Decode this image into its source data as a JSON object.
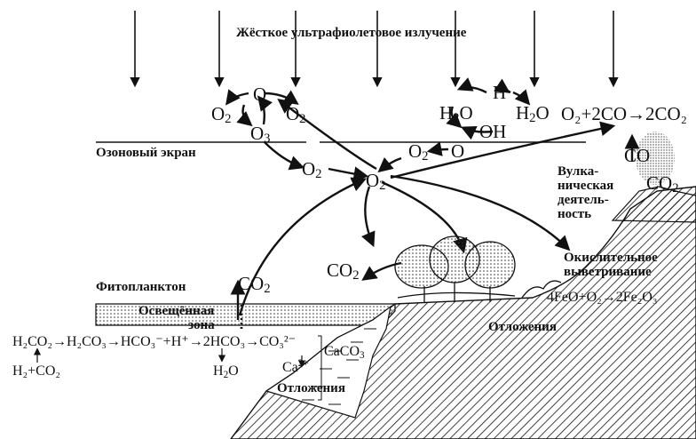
{
  "labels": {
    "uv": "Жёсткое ультрафиолетовое излучение",
    "ozone_layer": "Озоновый экран",
    "volcanic": [
      "Вулка-",
      "ническая",
      "деятель-",
      "ность"
    ],
    "oxidative": [
      "Окислительное",
      "выветривание"
    ],
    "phytoplankton": "Фитопланктон",
    "lit_zone": [
      "Освещённая",
      "зона"
    ],
    "sediments_land": "Отложения",
    "sediments_sea": "Отложения"
  },
  "species": {
    "o2": "O",
    "o2_sub": "2",
    "o": "O",
    "o3": "O",
    "o3_sub": "3",
    "h": "H",
    "oh": "OH",
    "h2o": "H",
    "h2o_sub": "2",
    "h2o_tail": "O",
    "co": "CO",
    "co2": "CO",
    "co2_sub": "2",
    "caco3": "CaCO",
    "caco3_sub": "3",
    "ca": "Ca",
    "ca_sup": "2+"
  },
  "equations": {
    "co_oxidation": "O₂+2CO→2CO₂",
    "iron": "4FeO+O₂→2Fe₂O₃",
    "carbonate": "H₂CO₂→H₂CO₃→HCO₃⁻+H⁺→2HCO₃→CO₃²⁻",
    "h2_co2": "H₂+CO₂"
  },
  "colors": {
    "ink": "#111111",
    "paper": "#ffffff"
  }
}
